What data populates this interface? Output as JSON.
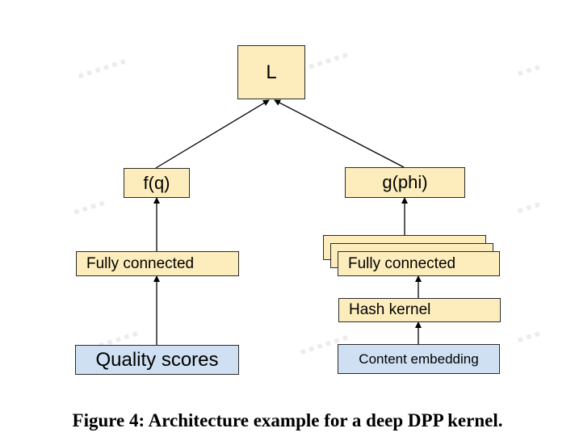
{
  "diagram": {
    "nodes": {
      "L": "L",
      "fq": "f(q)",
      "gphi": "g(phi)",
      "fc_left": "Fully connected",
      "fc_right": "Fully connected",
      "quality": "Quality scores",
      "hash": "Hash kernel",
      "content": "Content embedding"
    },
    "edges": [
      {
        "from": "fq",
        "to": "L"
      },
      {
        "from": "gphi",
        "to": "L"
      },
      {
        "from": "fc_left",
        "to": "fq"
      },
      {
        "from": "quality",
        "to": "fc_left"
      },
      {
        "from": "fc_right",
        "to": "gphi"
      },
      {
        "from": "hash",
        "to": "fc_right"
      },
      {
        "from": "content",
        "to": "hash"
      }
    ],
    "colors": {
      "yellow_box": "#fdedbd",
      "blue_box": "#cfe0f2",
      "border": "#2b2b2b"
    }
  },
  "caption": "Figure 4: Architecture example for a deep DPP kernel."
}
